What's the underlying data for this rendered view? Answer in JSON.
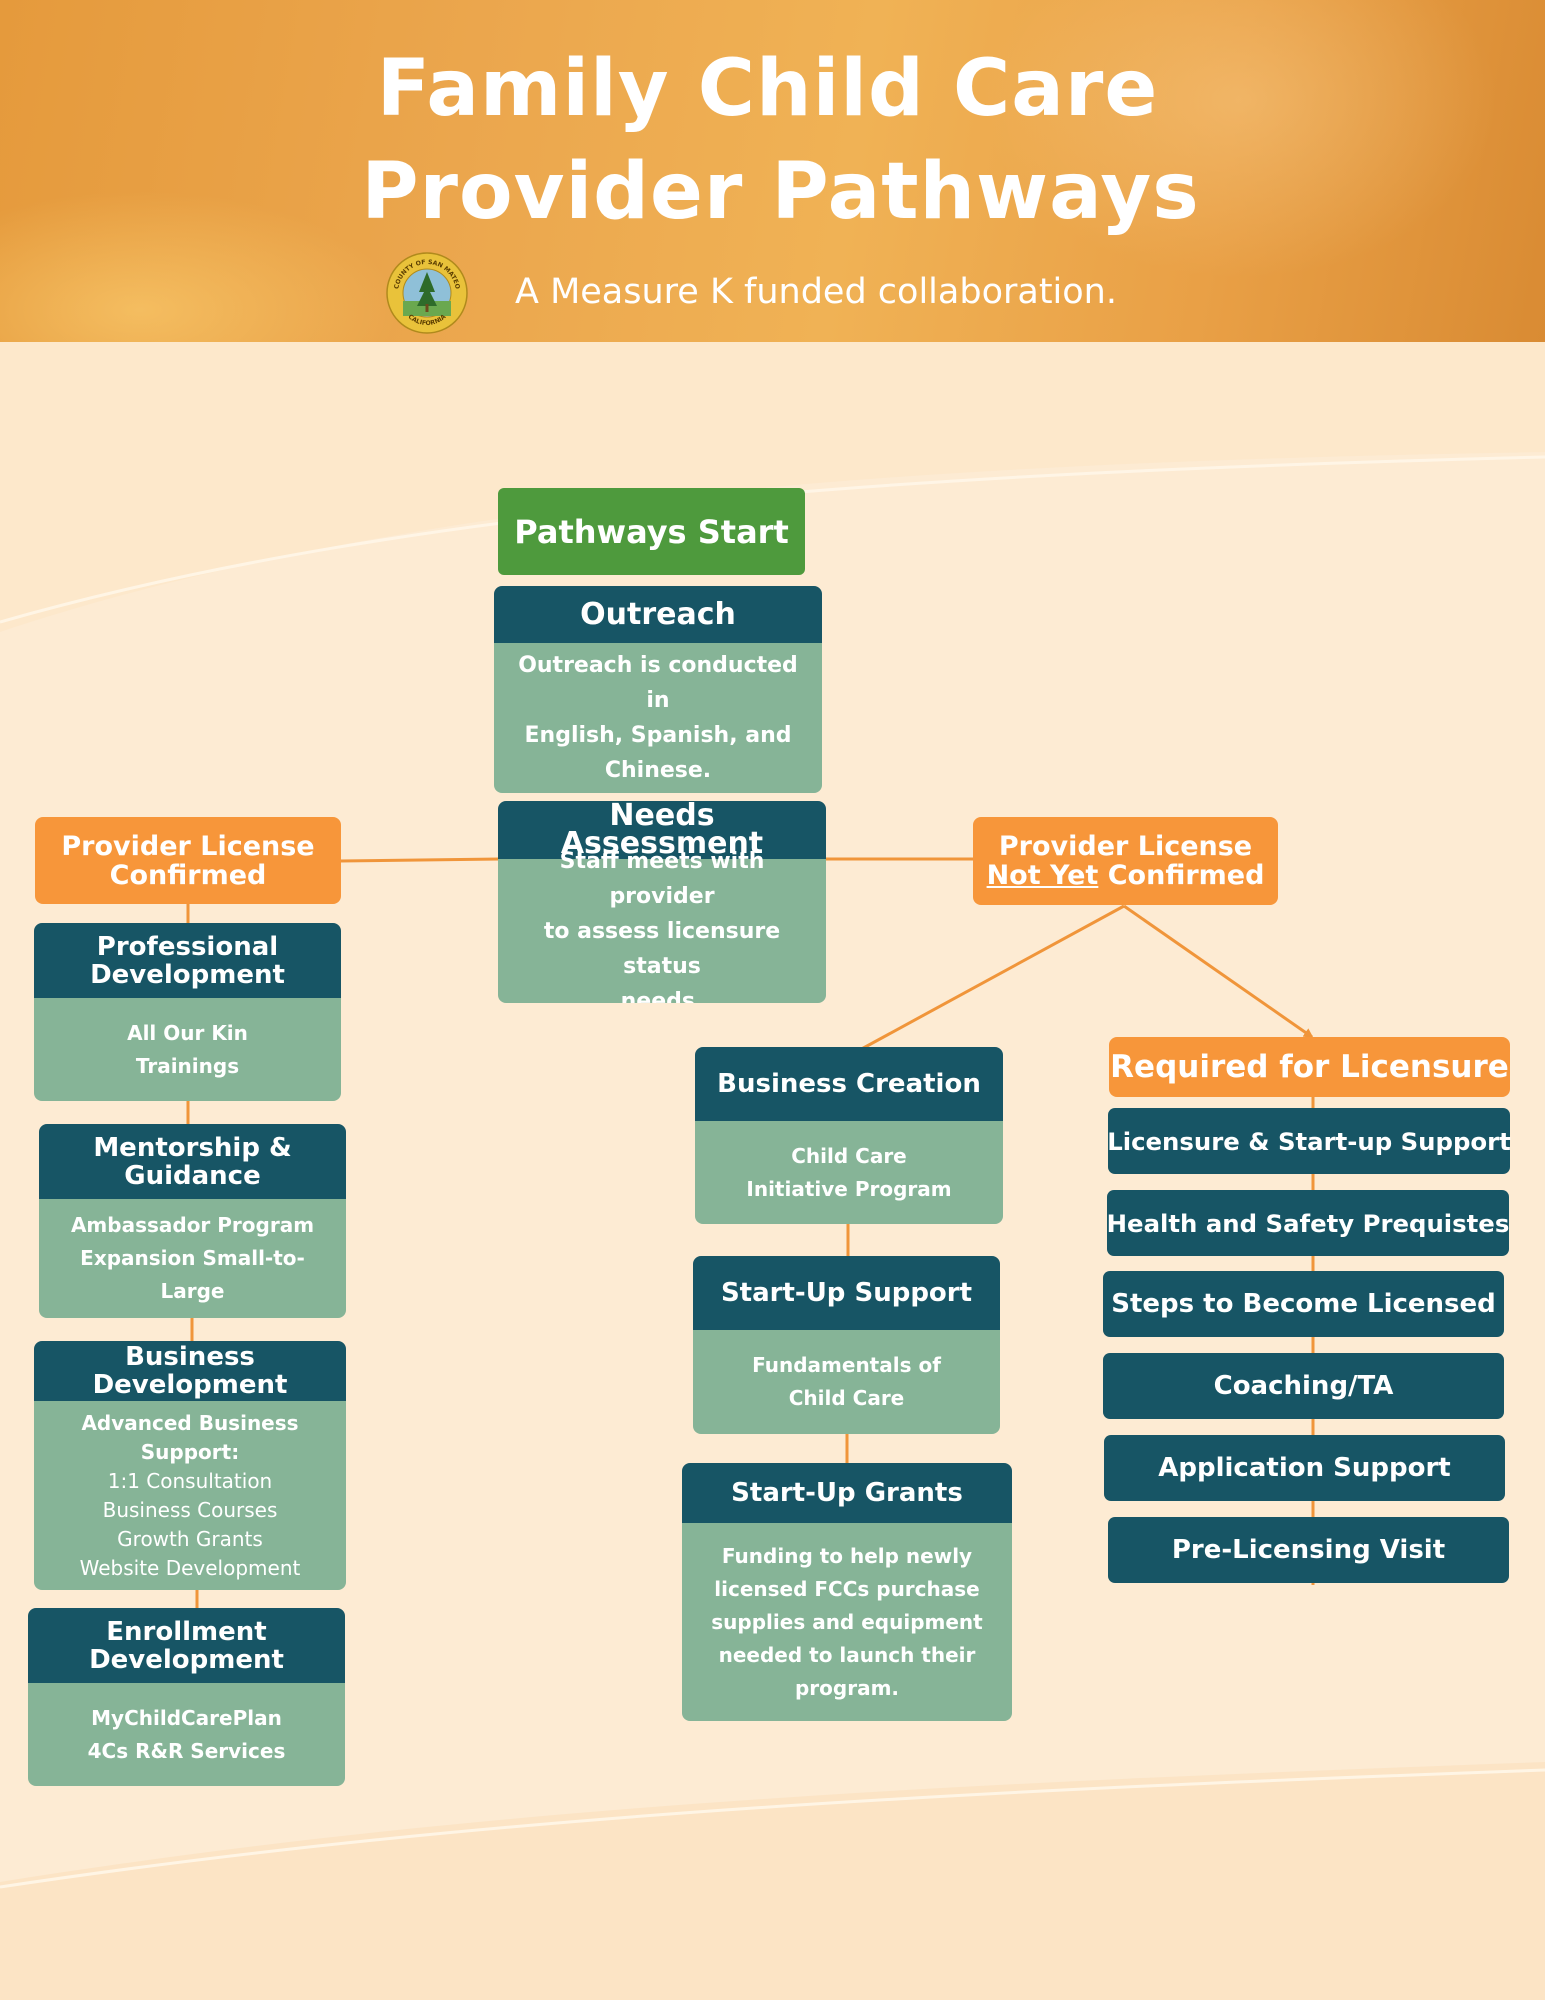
{
  "header": {
    "title_line1": "Family Child Care",
    "title_line2": "Provider Pathways",
    "subtitle": "A Measure K funded collaboration.",
    "seal_ring_top": "COUNTY OF SAN MATEO",
    "seal_ring_bottom": "CALIFORNIA"
  },
  "colors": {
    "header_orange": "#e9a046",
    "background": "#fdebd3",
    "teal": "#175565",
    "sage": "#86b497",
    "green": "#4e9a3d",
    "accent_orange": "#f7963a"
  },
  "start": {
    "label": "Pathways Start"
  },
  "outreach": {
    "title": "Outreach",
    "lines": [
      "Outreach is conducted in",
      "English, Spanish, and",
      "Chinese."
    ]
  },
  "needs": {
    "title": "Needs Assessment",
    "lines": [
      "Staff meets with provider",
      "to assess licensure status",
      "needs."
    ]
  },
  "confirmed": {
    "line1": "Provider License",
    "line2": "Confirmed"
  },
  "not_confirmed": {
    "line1": "Provider License",
    "line2_underlined": "Not Yet",
    "line2_rest": " Confirmed"
  },
  "left_column": [
    {
      "title_lines": [
        "Professional",
        "Development"
      ],
      "lines": [
        "All Our Kin",
        "Trainings"
      ]
    },
    {
      "title_lines": [
        "Mentorship &",
        "Guidance"
      ],
      "lines": [
        "Ambassador Program",
        "Expansion Small-to-Large"
      ]
    },
    {
      "title_lines": [
        "Business Development"
      ],
      "bold_lines": [
        "Advanced Business",
        "Support:"
      ],
      "lines": [
        "1:1 Consultation",
        "Business Courses",
        "Growth Grants",
        "Website Development"
      ]
    },
    {
      "title_lines": [
        "Enrollment",
        "Development"
      ],
      "lines": [
        "MyChildCarePlan",
        "4Cs R&R Services"
      ]
    }
  ],
  "middle_column": [
    {
      "title": "Business Creation",
      "lines": [
        "Child Care",
        "Initiative Program"
      ]
    },
    {
      "title": "Start-Up Support",
      "lines": [
        "Fundamentals of",
        "Child Care"
      ]
    },
    {
      "title": "Start-Up Grants",
      "lines": [
        "Funding to help newly",
        "licensed FCCs purchase",
        "supplies and equipment",
        "needed to launch their",
        "program."
      ]
    }
  ],
  "licensure": {
    "title": "Required for Licensure",
    "steps": [
      "Licensure & Start-up Support",
      "Health and Safety Prequistes",
      "Steps to Become Licensed",
      "Coaching/TA",
      "Application Support",
      "Pre-Licensing Visit"
    ]
  }
}
